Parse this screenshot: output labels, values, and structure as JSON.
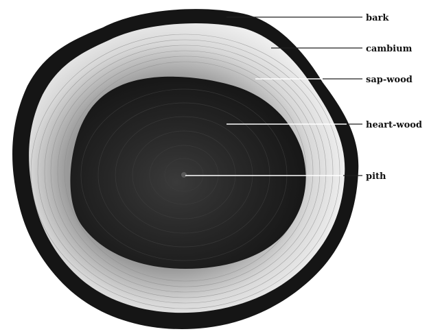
{
  "labels": {
    "bark": "bark",
    "cambium": "cambium",
    "sapwood": "sap-wood",
    "heartwood": "heart-wood",
    "pith": "pith"
  },
  "colors": {
    "background": "#ffffff",
    "bark": "#151515",
    "sapwood": "#cfcfcf",
    "heartwood": "#1e1e1e",
    "label_text": "#111111"
  }
}
